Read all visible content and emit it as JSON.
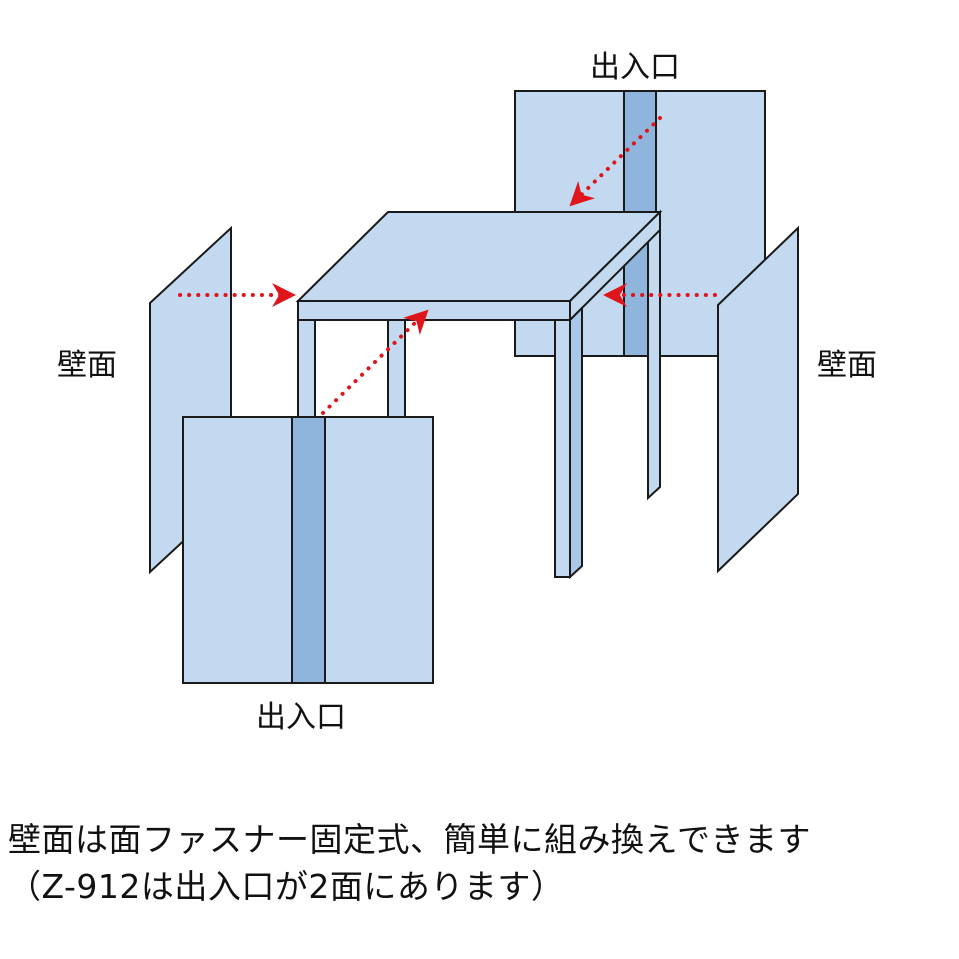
{
  "labels": {
    "entrance_top": "出入口",
    "entrance_bottom": "出入口",
    "wall_left": "壁面",
    "wall_right": "壁面"
  },
  "caption": {
    "line1": "壁面は面ファスナー固定式、簡単に組み換えできます",
    "line2": "（Z-912は出入口が2面にあります）"
  },
  "colors": {
    "panel_fill": "#c2d9ef",
    "panel_stroke": "#1a1a1a",
    "seam_fill": "#8fb5dc",
    "arrow": "#e0151b"
  }
}
